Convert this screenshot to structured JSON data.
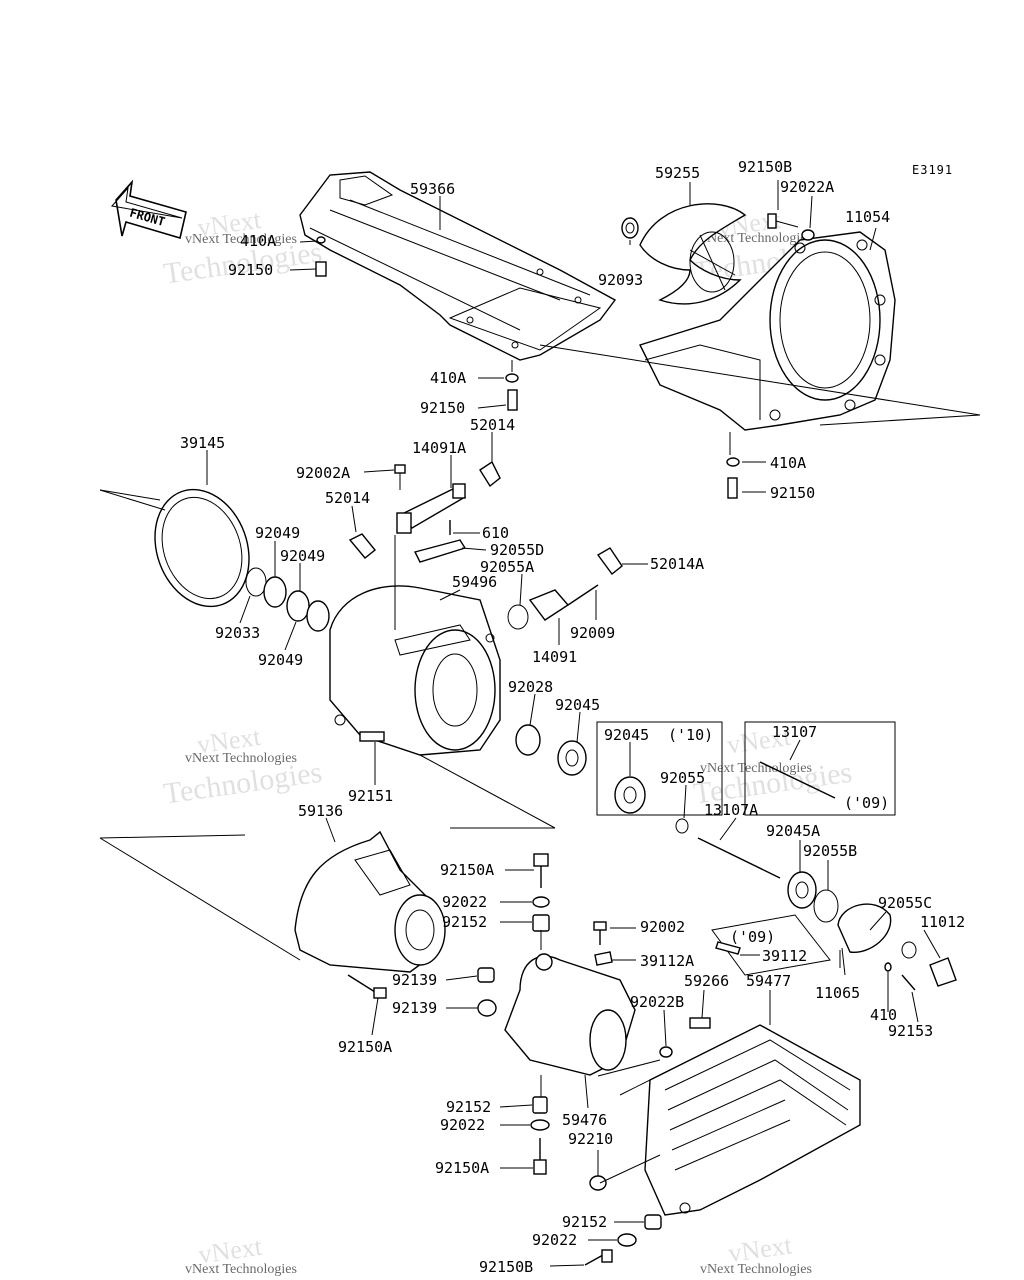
{
  "diagram_code": "E3191",
  "front_label": "FRONT",
  "watermark": {
    "line1": "vNext",
    "line2": "Technologies",
    "inline": "vNext Technologies"
  },
  "labels": {
    "p59366": "59366",
    "p59255": "59255",
    "p92150B_top": "92150B",
    "p92022A": "92022A",
    "p11054": "11054",
    "p410A_a": "410A",
    "p92150_a": "92150",
    "p92093": "92093",
    "p410A_b": "410A",
    "p92150_b": "92150",
    "p52014_a": "52014",
    "p39145": "39145",
    "p14091A": "14091A",
    "p92002A": "92002A",
    "p410A_c": "410A",
    "p92150_c": "92150",
    "p52014_b": "52014",
    "p92049_a": "92049",
    "p610": "610",
    "p92049_b": "92049",
    "p92055D": "92055D",
    "p92055A": "92055A",
    "p52014A": "52014A",
    "p59496": "59496",
    "p92033": "92033",
    "p92009": "92009",
    "p92049_c": "92049",
    "p14091": "14091",
    "p92028": "92028",
    "p92045_a": "92045",
    "p92045_b": "92045",
    "p10": "('10)",
    "p13107": "13107",
    "p92055": "92055",
    "p09_a": "('09)",
    "p92151": "92151",
    "p59136": "59136",
    "p13107A": "13107A",
    "p92045A": "92045A",
    "p92150A_a": "92150A",
    "p92055B": "92055B",
    "p92022_a": "92022",
    "p92055C": "92055C",
    "p11012": "11012",
    "p92152_a": "92152",
    "p92002": "92002",
    "p09_b": "('09)",
    "p39112A": "39112A",
    "p39112": "39112",
    "p92139_a": "92139",
    "p59266": "59266",
    "p59477": "59477",
    "p92139_b": "92139",
    "p92022B": "92022B",
    "p11065": "11065",
    "p410": "410",
    "p92153": "92153",
    "p92150A_b": "92150A",
    "p92152_b": "92152",
    "p59476": "59476",
    "p92022_b": "92022",
    "p92210": "92210",
    "p92150A_c": "92150A",
    "p92152_c": "92152",
    "p92022_c": "92022",
    "p92150B_bot": "92150B"
  }
}
